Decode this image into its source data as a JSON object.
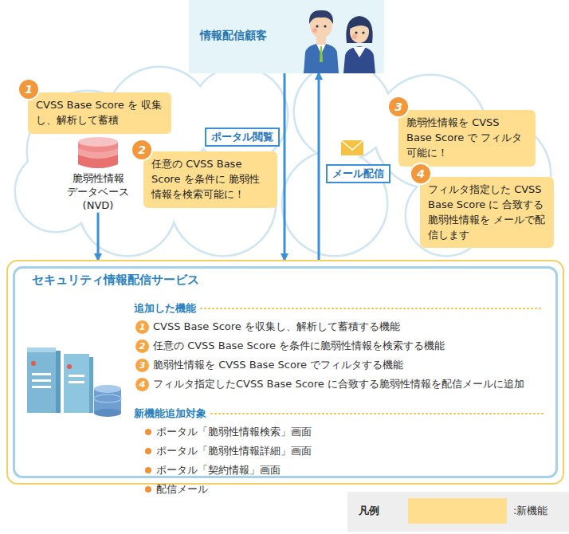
{
  "diagram": {
    "nodes": [
      {
        "text": [
          "情報配信顧客"
        ]
      },
      {
        "text": [
          "脆弱性情報 データベース (NVD)"
        ]
      },
      {
        "text": [
          "CVSS Base Score を 収集し、解析して蓄積"
        ]
      },
      {
        "text": [
          "任意の CVSS Base Score を条件に 脆弱性情報を検索可能に！"
        ]
      },
      {
        "text": [
          "脆弱性情報を CVSS Base Score で フィルタ可能に！"
        ]
      },
      {
        "text": [
          "フィルタ指定した CVSS Base Score に 合致する脆弱性情報を メールで配信します"
        ]
      },
      {
        "text": [
          "セキュリティ情報配信サービス",
          "追加した機能",
          "CVSS Base Score を収集し、解析して蓄積する機能",
          "任意の CVSS Base Score を条件に脆弱性情報を検索する機能",
          "脆弱性情報を CVSS Base Score でフィルタする機能",
          "フィルタ指定したCVSS Base Score に合致する脆弱性情報を配信メールに追加",
          "新機能追加対象",
          "ポータル「脆弱性情報検索」画面",
          "ポータル「脆弱性情報詳細」画面",
          "ポータル「契約情報」画面",
          "配信メール"
        ]
      }
    ],
    "edges": [
      {
        "from": 1,
        "to": 6,
        "arrow": "to"
      },
      {
        "from": 0,
        "to": 6,
        "label": "ポータル閲覧",
        "arrow": "to"
      },
      {
        "from": 6,
        "to": 0,
        "label": "メール配信",
        "arrow": "to"
      }
    ],
    "labels": [
      "1",
      "2",
      "3",
      "4",
      "1",
      "2",
      "3",
      "4",
      "凡例"
    ],
    "legend": [
      {
        "text": ":新機能",
        "color": "#ffdf8f"
      }
    ]
  }
}
